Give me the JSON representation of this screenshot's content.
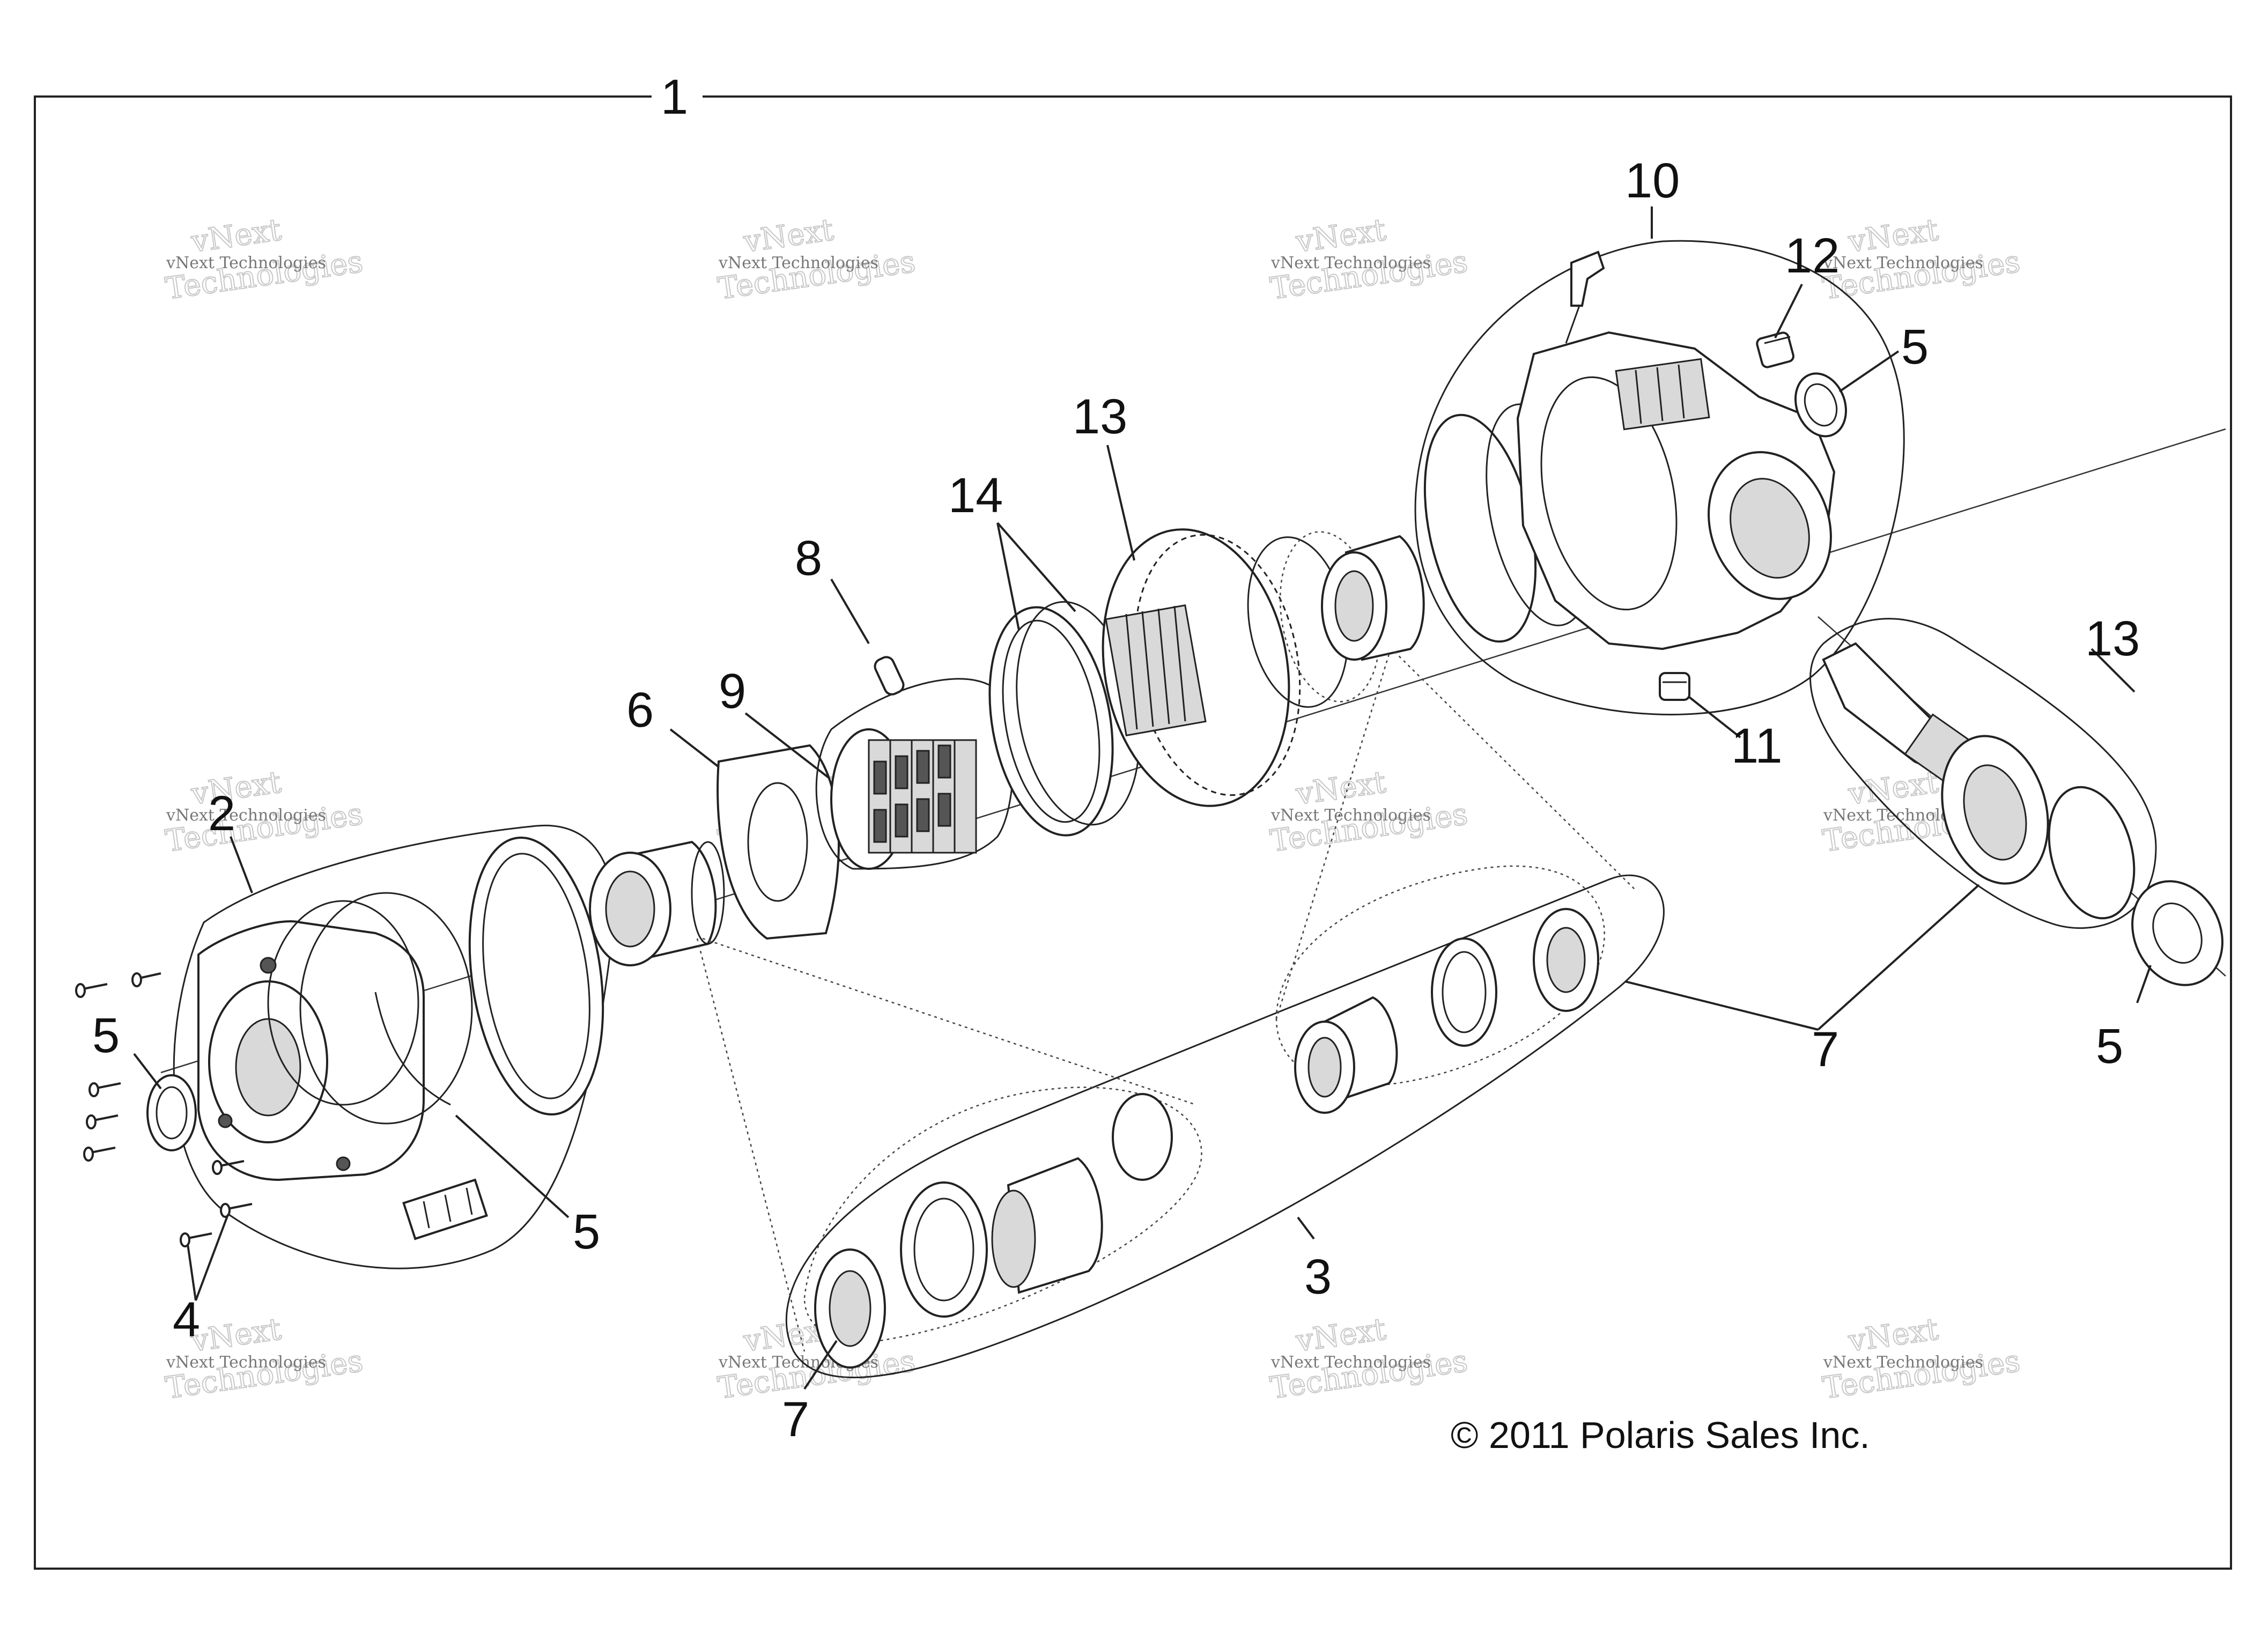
{
  "diagram": {
    "callouts": {
      "c1": "1",
      "c2": "2",
      "c3": "3",
      "c4": "4",
      "c5a": "5",
      "c5b": "5",
      "c5c": "5",
      "c5d": "5",
      "c6": "6",
      "c7a": "7",
      "c7b": "7",
      "c8": "8",
      "c9": "9",
      "c10": "10",
      "c11": "11",
      "c12": "12",
      "c13a": "13",
      "c13b": "13",
      "c14": "14"
    },
    "copyright": "© 2011 Polaris Sales Inc.",
    "watermark": {
      "line_small": "vNext Technologies",
      "line_large_1": "vNext",
      "line_large_2": "Technologies"
    }
  }
}
